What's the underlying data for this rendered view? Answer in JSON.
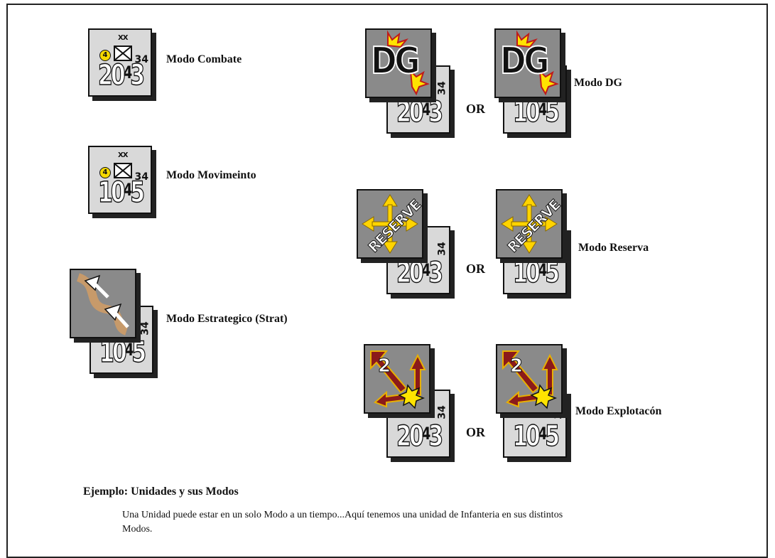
{
  "modes": {
    "combate": "Modo Combate",
    "movimiento": "Modo Movimeinto",
    "estrategico": "Modo Estrategico (Strat)",
    "dg": "Modo DG",
    "reserva": "Modo Reserva",
    "explotacion": "Modo Explotacón"
  },
  "or_label": "OR",
  "counters": {
    "combat": {
      "attack": "20",
      "defense_small": "4",
      "move": "3",
      "side": "34",
      "size": "XX",
      "badge": "4"
    },
    "move": {
      "attack": "10",
      "defense_small": "4",
      "move": "5",
      "side": "34",
      "size": "XX",
      "badge": "4"
    }
  },
  "markers": {
    "dg_text": "DG",
    "reserve_text": "RESERVE",
    "exploit_num": "2"
  },
  "caption": {
    "title": "Ejemplo: Unidades y sus Modos",
    "text": "Una Unidad puede estar en un solo Modo a un tiempo...Aquí tenemos una unidad de Infanteria en sus distintos Modos."
  }
}
